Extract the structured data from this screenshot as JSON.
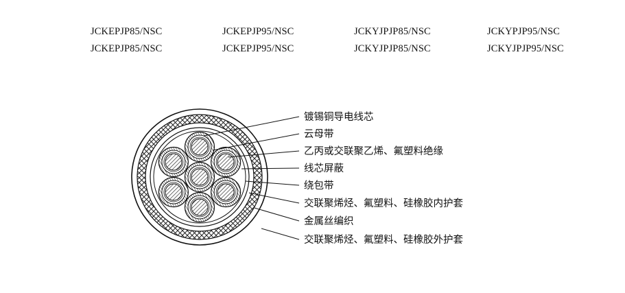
{
  "models": [
    [
      "JCKEPJP85/NSC",
      "JCKEPJP95/NSC",
      "JCKYJPJP85/NSC",
      "JCKYPJP95/NSC"
    ],
    [
      "JCKEPJP85/NSC",
      "JCKEPJP95/NSC",
      "JCKYJPJP85/NSC",
      "JCKYJPJP95/NSC"
    ]
  ],
  "layers": [
    "镀锡铜导电线芯",
    "云母带",
    "乙丙或交联聚乙烯、氟塑料绝缘",
    "线芯屏蔽",
    "绕包带",
    "交联聚烯烃、氟塑料、硅橡胶内护套",
    "金属丝编织",
    "交联聚烯烃、氟塑料、硅橡胶外护套"
  ],
  "cores": 7
}
